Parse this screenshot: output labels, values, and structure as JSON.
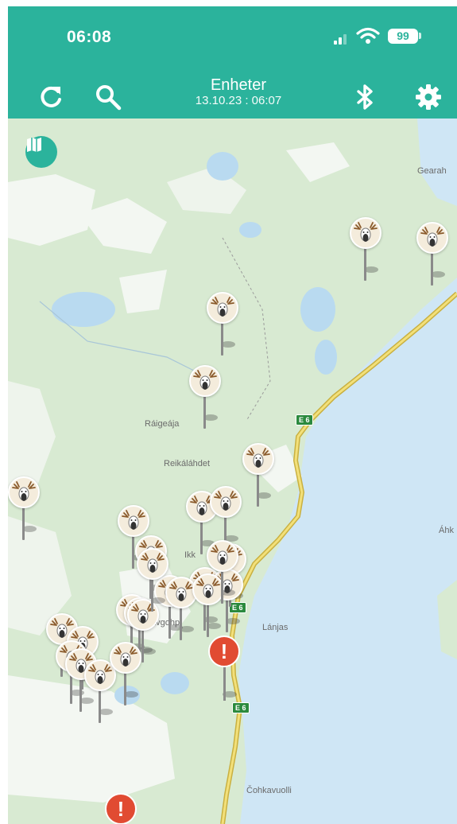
{
  "status_bar": {
    "time": "06:08",
    "battery": "99"
  },
  "header": {
    "title": "Enheter",
    "subtitle": "13.10.23 : 06:07",
    "icons": [
      "refresh-icon",
      "search-icon",
      "bluetooth-icon",
      "settings-icon"
    ],
    "background_color": "#2bb39c"
  },
  "map": {
    "layers_icon": "map-icon",
    "places": [
      "Gearah",
      "Ráigeája",
      "Reikáláhdet",
      "Ikk",
      "avgohp",
      "Lánjas",
      "Áhk",
      "Čohkavuolli"
    ],
    "road_shields": [
      "E 6",
      "E 6",
      "E 6"
    ],
    "reindeer_marker_icon": "reindeer-icon",
    "alert_marker_label": "!",
    "alert_color": "#e14b32",
    "reindeer_marker_count": 27,
    "alert_marker_count": 2
  }
}
